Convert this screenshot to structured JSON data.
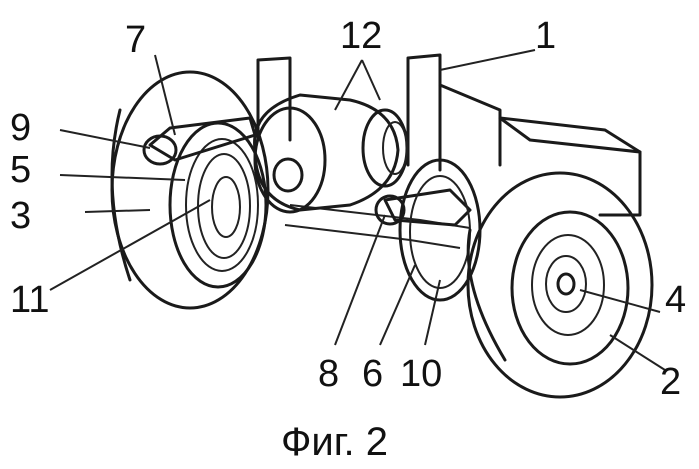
{
  "figure": {
    "caption": "Фиг. 2",
    "labels": {
      "n1": "1",
      "n2": "2",
      "n3": "3",
      "n4": "4",
      "n5": "5",
      "n6": "6",
      "n7": "7",
      "n8": "8",
      "n9": "9",
      "n10": "10",
      "n11": "11",
      "n12": "12"
    }
  }
}
